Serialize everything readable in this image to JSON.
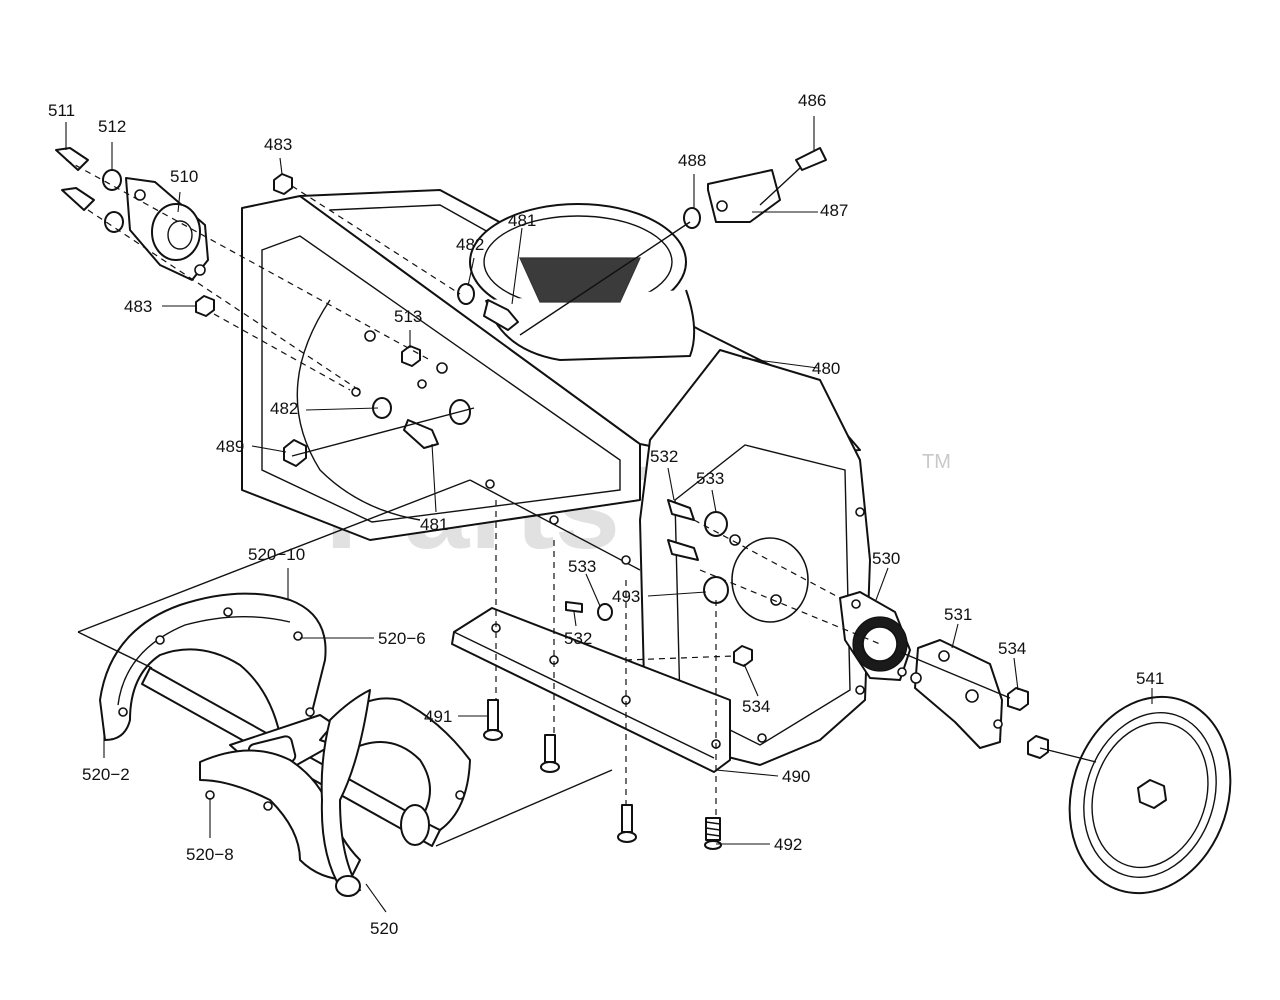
{
  "watermark": {
    "text": "PartsTree",
    "trademark": "TM"
  },
  "callouts": [
    {
      "id": "c511",
      "text": "511"
    },
    {
      "id": "c512",
      "text": "512"
    },
    {
      "id": "c510",
      "text": "510"
    },
    {
      "id": "c483a",
      "text": "483"
    },
    {
      "id": "c483b",
      "text": "483"
    },
    {
      "id": "c481a",
      "text": "481"
    },
    {
      "id": "c482a",
      "text": "482"
    },
    {
      "id": "c513",
      "text": "513"
    },
    {
      "id": "c482b",
      "text": "482"
    },
    {
      "id": "c489",
      "text": "489"
    },
    {
      "id": "c481b",
      "text": "481"
    },
    {
      "id": "c486",
      "text": "486"
    },
    {
      "id": "c488",
      "text": "488"
    },
    {
      "id": "c487",
      "text": "487"
    },
    {
      "id": "c480",
      "text": "480"
    },
    {
      "id": "c532a",
      "text": "532"
    },
    {
      "id": "c533a",
      "text": "533"
    },
    {
      "id": "c530",
      "text": "530"
    },
    {
      "id": "c531",
      "text": "531"
    },
    {
      "id": "c534a",
      "text": "534"
    },
    {
      "id": "c541",
      "text": "541"
    },
    {
      "id": "c533b",
      "text": "533"
    },
    {
      "id": "c493",
      "text": "493"
    },
    {
      "id": "c532b",
      "text": "532"
    },
    {
      "id": "c534b",
      "text": "534"
    },
    {
      "id": "c520_10",
      "text": "520−10"
    },
    {
      "id": "c520_6",
      "text": "520−6"
    },
    {
      "id": "c491",
      "text": "491"
    },
    {
      "id": "c490",
      "text": "490"
    },
    {
      "id": "c492",
      "text": "492"
    },
    {
      "id": "c520_2",
      "text": "520−2"
    },
    {
      "id": "c520_8",
      "text": "520−8"
    },
    {
      "id": "c520",
      "text": "520"
    }
  ]
}
